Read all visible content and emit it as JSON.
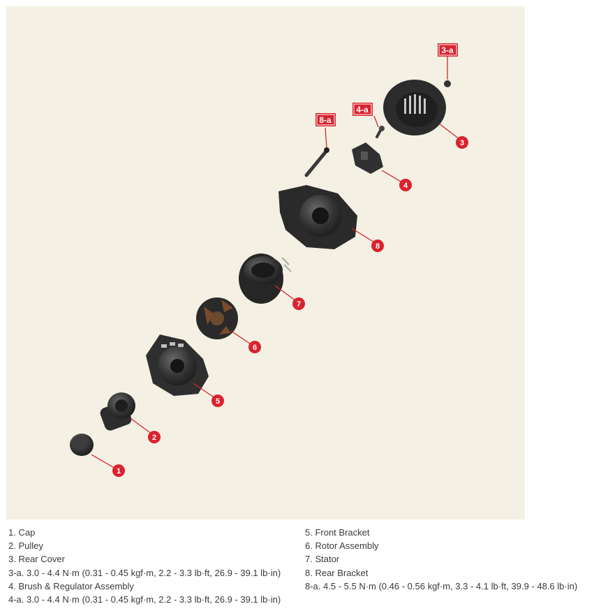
{
  "callouts": [
    "1",
    "2",
    "3",
    "4",
    "5",
    "6",
    "7",
    "8"
  ],
  "torque_tags": {
    "t3a": "3-a",
    "t4a": "4-a",
    "t8a": "8-a"
  },
  "legend_left": [
    "1. Cap",
    "2. Pulley",
    "3. Rear Cover",
    "3-a. 3.0 - 4.4 N·m (0.31 - 0.45 kgf·m, 2.2 - 3.3 lb·ft, 26.9 - 39.1 lb·in)",
    "4. Brush & Regulator Assembly",
    "4-a. 3.0 - 4.4 N·m (0.31 - 0.45 kgf·m, 2.2 - 3.3 lb·ft, 26.9 - 39.1 lb·in)"
  ],
  "legend_right": [
    "5. Front Bracket",
    "6. Rotor Assembly",
    "7. Stator",
    "8. Rear Bracket",
    "8-a. 4.5 - 5.5 N·m (0.46 - 0.56 kgf·m, 3.3 - 4.1 lb·ft, 39.9 - 48.6 lb·in)"
  ],
  "colors": {
    "background": "#f4f1e4",
    "callout_red": "#d9232e",
    "part_dark": "#2b2b2b"
  }
}
